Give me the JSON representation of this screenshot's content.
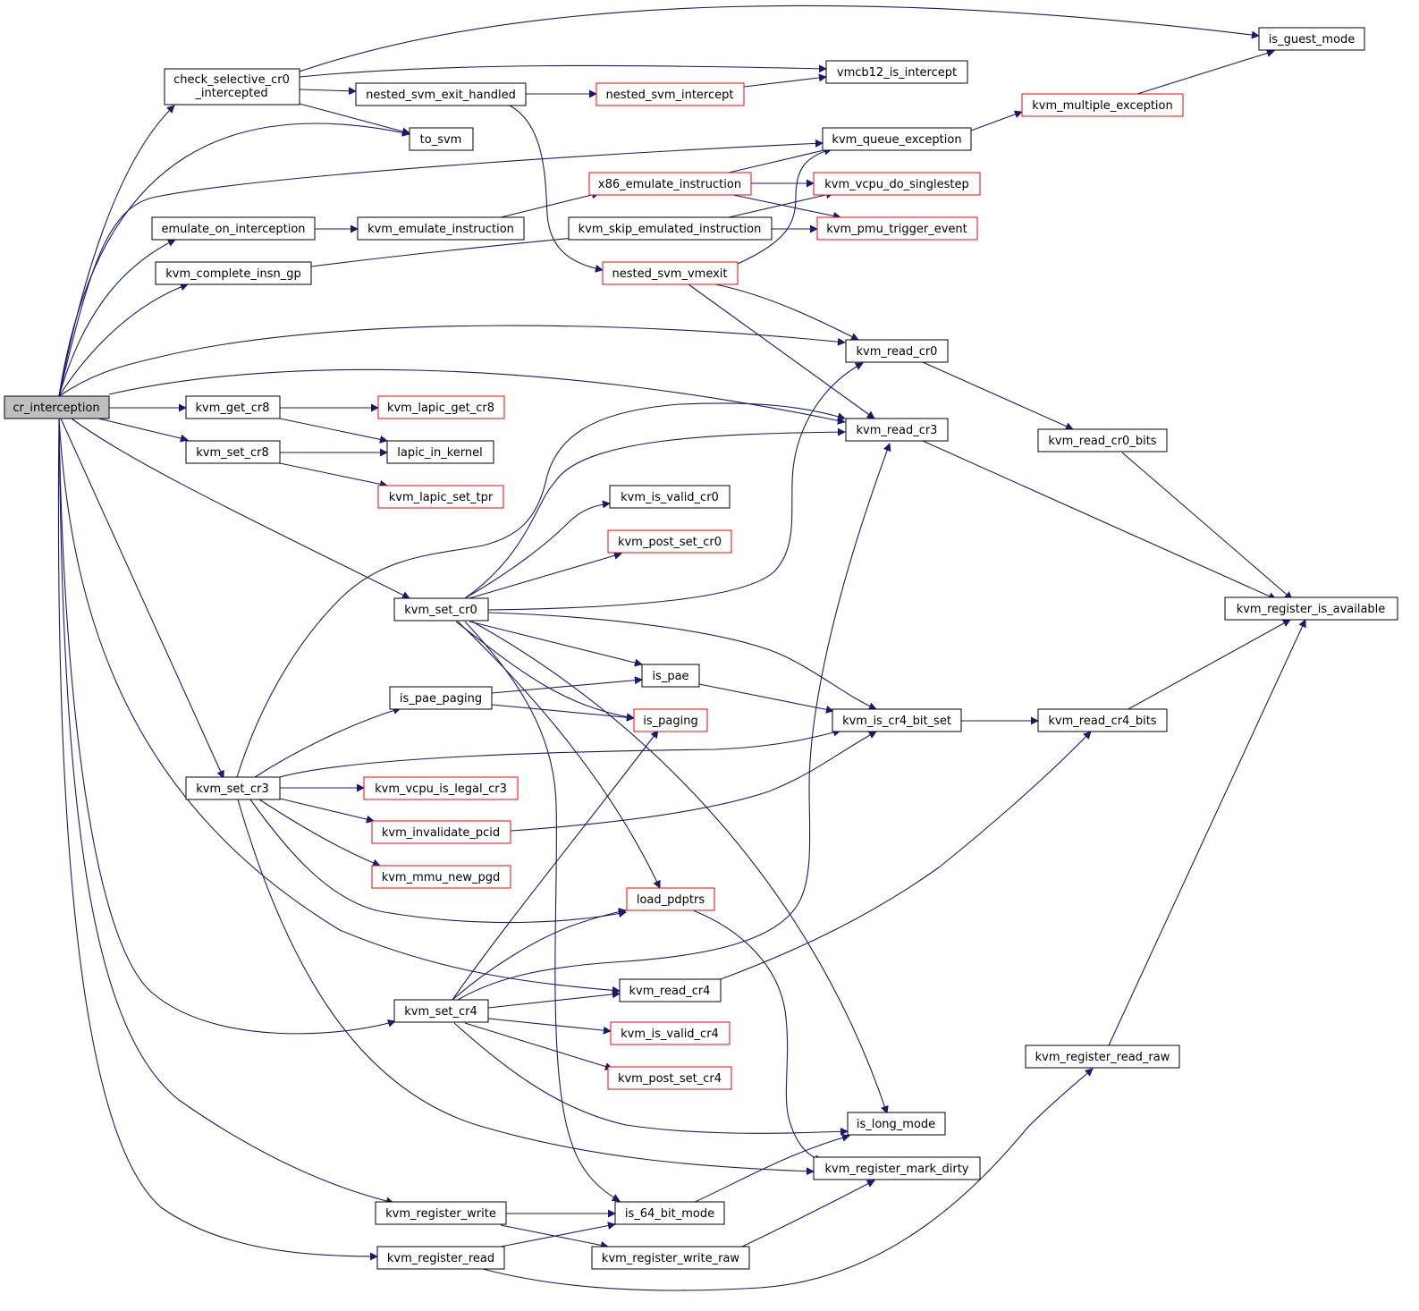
{
  "colors": {
    "edge": "#191970",
    "node_border": "#000000",
    "node_border_partial": "#ff0000",
    "root_fill": "#bfbfbf"
  },
  "nodes": {
    "cr_interception": "cr_interception",
    "check_selective_cr0_line1": "check_selective_cr0",
    "check_selective_cr0_line2": "_intercepted",
    "nested_svm_exit_handled": "nested_svm_exit_handled",
    "nested_svm_intercept": "nested_svm_intercept",
    "is_guest_mode": "is_guest_mode",
    "vmcb12_is_intercept": "vmcb12_is_intercept",
    "to_svm": "to_svm",
    "kvm_queue_exception": "kvm_queue_exception",
    "kvm_multiple_exception": "kvm_multiple_exception",
    "x86_emulate_instruction": "x86_emulate_instruction",
    "kvm_vcpu_do_singlestep": "kvm_vcpu_do_singlestep",
    "emulate_on_interception": "emulate_on_interception",
    "kvm_emulate_instruction": "kvm_emulate_instruction",
    "kvm_skip_emulated_instruction": "kvm_skip_emulated_instruction",
    "kvm_pmu_trigger_event": "kvm_pmu_trigger_event",
    "kvm_complete_insn_gp": "kvm_complete_insn_gp",
    "nested_svm_vmexit": "nested_svm_vmexit",
    "kvm_read_cr0": "kvm_read_cr0",
    "kvm_read_cr3": "kvm_read_cr3",
    "kvm_read_cr0_bits": "kvm_read_cr0_bits",
    "kvm_get_cr8": "kvm_get_cr8",
    "kvm_lapic_get_cr8": "kvm_lapic_get_cr8",
    "lapic_in_kernel": "lapic_in_kernel",
    "kvm_set_cr8": "kvm_set_cr8",
    "kvm_lapic_set_tpr": "kvm_lapic_set_tpr",
    "kvm_is_valid_cr0": "kvm_is_valid_cr0",
    "kvm_post_set_cr0": "kvm_post_set_cr0",
    "kvm_set_cr0": "kvm_set_cr0",
    "kvm_register_is_available": "kvm_register_is_available",
    "is_pae": "is_pae",
    "is_pae_paging": "is_pae_paging",
    "is_paging": "is_paging",
    "kvm_is_cr4_bit_set": "kvm_is_cr4_bit_set",
    "kvm_read_cr4_bits": "kvm_read_cr4_bits",
    "kvm_set_cr3": "kvm_set_cr3",
    "kvm_vcpu_is_legal_cr3": "kvm_vcpu_is_legal_cr3",
    "kvm_invalidate_pcid": "kvm_invalidate_pcid",
    "kvm_mmu_new_pgd": "kvm_mmu_new_pgd",
    "load_pdptrs": "load_pdptrs",
    "kvm_read_cr4": "kvm_read_cr4",
    "kvm_set_cr4": "kvm_set_cr4",
    "kvm_is_valid_cr4": "kvm_is_valid_cr4",
    "kvm_register_read_raw": "kvm_register_read_raw",
    "kvm_post_set_cr4": "kvm_post_set_cr4",
    "is_long_mode": "is_long_mode",
    "kvm_register_mark_dirty": "kvm_register_mark_dirty",
    "kvm_register_write": "kvm_register_write",
    "is_64_bit_mode": "is_64_bit_mode",
    "kvm_register_read": "kvm_register_read",
    "kvm_register_write_raw": "kvm_register_write_raw"
  }
}
